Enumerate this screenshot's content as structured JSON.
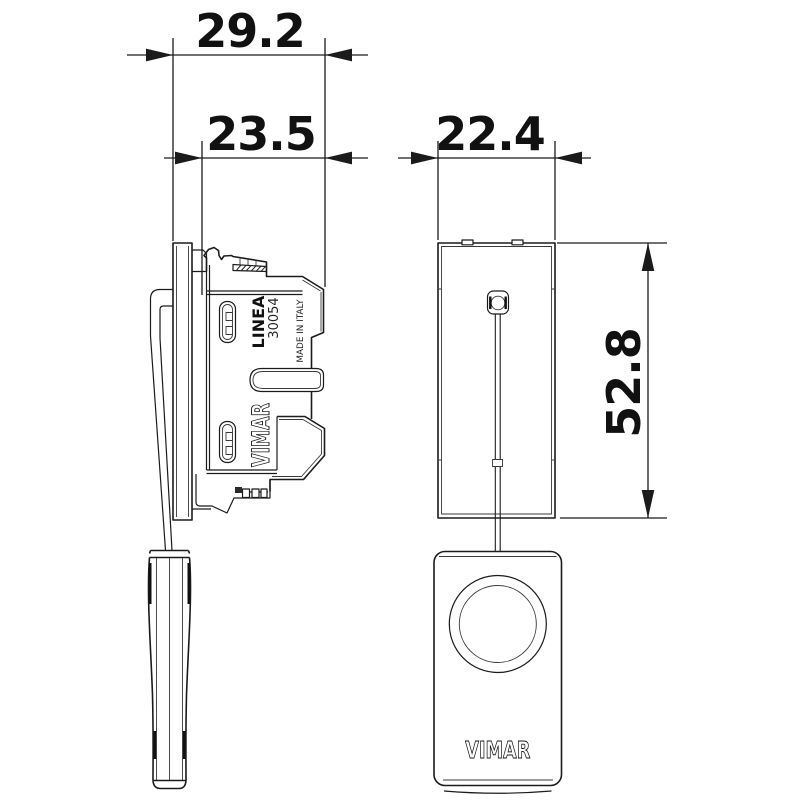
{
  "page": {
    "background": "#ffffff",
    "line_color": "#1b1b1b",
    "description": "Technical dimensional drawing, two orthographic views of a Vimar pull-cord switch"
  },
  "dimensions": {
    "overall_depth_mm": "29.2",
    "mechanism_depth_mm": "23.5",
    "front_width_mm": "22.4",
    "front_height_mm": "52.8"
  },
  "side_view": {
    "series_label": "LINEA",
    "product_code": "30054",
    "origin_label": "MADE IN ITALY",
    "brand_label": "VIMAR"
  },
  "front_view": {
    "pendant_logo": "VIMAR"
  }
}
